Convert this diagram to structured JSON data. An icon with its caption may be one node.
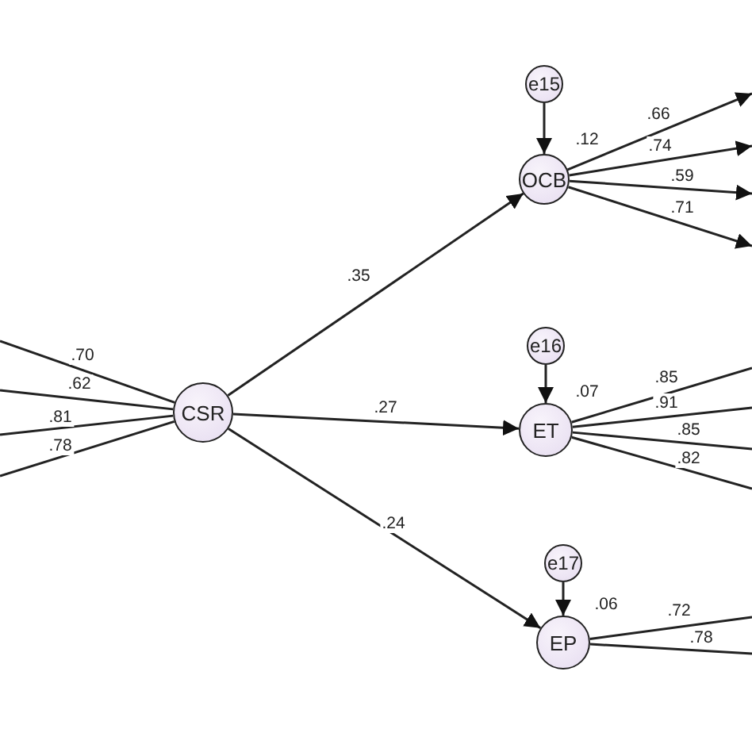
{
  "diagram": {
    "nodes": [
      {
        "text": [
          "CSR"
        ]
      },
      {
        "text": [
          "e15"
        ]
      },
      {
        "text": [
          "OCB"
        ],
        "beside": [
          ".12"
        ]
      },
      {
        "text": [
          "e16"
        ]
      },
      {
        "text": [
          "ET"
        ],
        "beside": [
          ".07"
        ]
      },
      {
        "text": [
          "e17"
        ]
      },
      {
        "text": [
          "EP"
        ],
        "beside": [
          ".06"
        ]
      }
    ],
    "edges": [
      {
        "from": 0,
        "to": 2,
        "arrow": "to",
        "label": ".35"
      },
      {
        "from": 0,
        "to": 4,
        "arrow": "to",
        "label": ".27"
      },
      {
        "from": 0,
        "to": 6,
        "arrow": "to",
        "label": ".24"
      },
      {
        "from": 1,
        "to": 2,
        "arrow": "to"
      },
      {
        "from": 3,
        "to": 4,
        "arrow": "to"
      },
      {
        "from": 5,
        "to": 6,
        "arrow": "to"
      },
      {
        "from": 0,
        "to": null,
        "arrow": "none",
        "label": ".70"
      },
      {
        "from": 0,
        "to": null,
        "arrow": "none",
        "label": ".62"
      },
      {
        "from": 0,
        "to": null,
        "arrow": "none",
        "label": ".81"
      },
      {
        "from": 0,
        "to": null,
        "arrow": "none",
        "label": ".78"
      },
      {
        "from": 2,
        "to": null,
        "arrow": "to",
        "label": ".66"
      },
      {
        "from": 2,
        "to": null,
        "arrow": "to",
        "label": ".74"
      },
      {
        "from": 2,
        "to": null,
        "arrow": "to",
        "label": ".59"
      },
      {
        "from": 2,
        "to": null,
        "arrow": "to",
        "label": ".71"
      },
      {
        "from": 4,
        "to": null,
        "arrow": "none",
        "label": ".85"
      },
      {
        "from": 4,
        "to": null,
        "arrow": "none",
        "label": ".91"
      },
      {
        "from": 4,
        "to": null,
        "arrow": "none",
        "label": ".85"
      },
      {
        "from": 4,
        "to": null,
        "arrow": "none",
        "label": ".82"
      },
      {
        "from": 6,
        "to": null,
        "arrow": "none",
        "label": ".72"
      },
      {
        "from": 6,
        "to": null,
        "arrow": "none",
        "label": ".78"
      }
    ]
  }
}
